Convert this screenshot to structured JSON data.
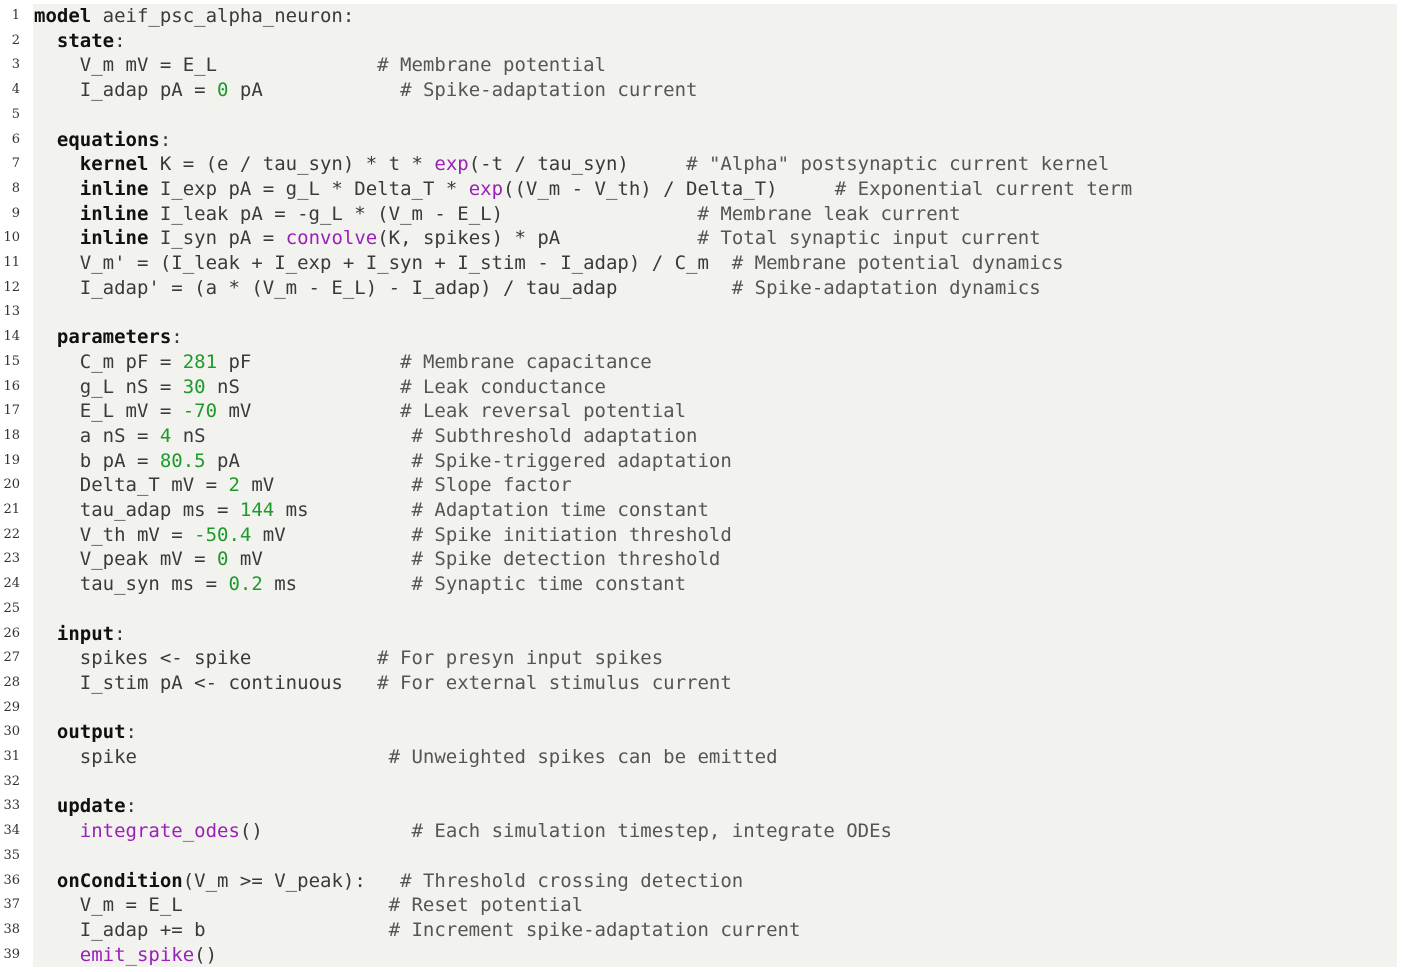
{
  "code": {
    "lines": [
      [
        {
          "t": "model",
          "c": "kw"
        },
        {
          "t": " aeif_psc_alpha_neuron:"
        }
      ],
      [
        {
          "t": "  "
        },
        {
          "t": "state",
          "c": "kw"
        },
        {
          "t": ":"
        }
      ],
      [
        {
          "t": "    V_m mV = E_L              "
        },
        {
          "t": "# Membrane potential",
          "c": "cm"
        }
      ],
      [
        {
          "t": "    I_adap pA = "
        },
        {
          "t": "0",
          "c": "num"
        },
        {
          "t": " pA            "
        },
        {
          "t": "# Spike-adaptation current",
          "c": "cm"
        }
      ],
      [],
      [
        {
          "t": "  "
        },
        {
          "t": "equations",
          "c": "kw"
        },
        {
          "t": ":"
        }
      ],
      [
        {
          "t": "    "
        },
        {
          "t": "kernel",
          "c": "kw"
        },
        {
          "t": " K = (e / tau_syn) * t * "
        },
        {
          "t": "exp",
          "c": "fn"
        },
        {
          "t": "(-t / tau_syn)     "
        },
        {
          "t": "# \"Alpha\" postsynaptic current kernel",
          "c": "cm"
        }
      ],
      [
        {
          "t": "    "
        },
        {
          "t": "inline",
          "c": "kw"
        },
        {
          "t": " I_exp pA = g_L * Delta_T * "
        },
        {
          "t": "exp",
          "c": "fn"
        },
        {
          "t": "((V_m - V_th) / Delta_T)     "
        },
        {
          "t": "# Exponential current term",
          "c": "cm"
        }
      ],
      [
        {
          "t": "    "
        },
        {
          "t": "inline",
          "c": "kw"
        },
        {
          "t": " I_leak pA = -g_L * (V_m - E_L)                 "
        },
        {
          "t": "# Membrane leak current",
          "c": "cm"
        }
      ],
      [
        {
          "t": "    "
        },
        {
          "t": "inline",
          "c": "kw"
        },
        {
          "t": " I_syn pA = "
        },
        {
          "t": "convolve",
          "c": "fn"
        },
        {
          "t": "(K, spikes) * pA            "
        },
        {
          "t": "# Total synaptic input current",
          "c": "cm"
        }
      ],
      [
        {
          "t": "    V_m' = (I_leak + I_exp + I_syn + I_stim - I_adap) / C_m  "
        },
        {
          "t": "# Membrane potential dynamics",
          "c": "cm"
        }
      ],
      [
        {
          "t": "    I_adap' = (a * (V_m - E_L) - I_adap) / tau_adap          "
        },
        {
          "t": "# Spike-adaptation dynamics",
          "c": "cm"
        }
      ],
      [],
      [
        {
          "t": "  "
        },
        {
          "t": "parameters",
          "c": "kw"
        },
        {
          "t": ":"
        }
      ],
      [
        {
          "t": "    C_m pF = "
        },
        {
          "t": "281",
          "c": "num"
        },
        {
          "t": " pF             "
        },
        {
          "t": "# Membrane capacitance",
          "c": "cm"
        }
      ],
      [
        {
          "t": "    g_L nS = "
        },
        {
          "t": "30",
          "c": "num"
        },
        {
          "t": " nS              "
        },
        {
          "t": "# Leak conductance",
          "c": "cm"
        }
      ],
      [
        {
          "t": "    E_L mV = "
        },
        {
          "t": "-70",
          "c": "num"
        },
        {
          "t": " mV             "
        },
        {
          "t": "# Leak reversal potential",
          "c": "cm"
        }
      ],
      [
        {
          "t": "    a nS = "
        },
        {
          "t": "4",
          "c": "num"
        },
        {
          "t": " nS                  "
        },
        {
          "t": "# Subthreshold adaptation",
          "c": "cm"
        }
      ],
      [
        {
          "t": "    b pA = "
        },
        {
          "t": "80.5",
          "c": "num"
        },
        {
          "t": " pA               "
        },
        {
          "t": "# Spike-triggered adaptation",
          "c": "cm"
        }
      ],
      [
        {
          "t": "    Delta_T mV = "
        },
        {
          "t": "2",
          "c": "num"
        },
        {
          "t": " mV            "
        },
        {
          "t": "# Slope factor",
          "c": "cm"
        }
      ],
      [
        {
          "t": "    tau_adap ms = "
        },
        {
          "t": "144",
          "c": "num"
        },
        {
          "t": " ms         "
        },
        {
          "t": "# Adaptation time constant",
          "c": "cm"
        }
      ],
      [
        {
          "t": "    V_th mV = "
        },
        {
          "t": "-50.4",
          "c": "num"
        },
        {
          "t": " mV           "
        },
        {
          "t": "# Spike initiation threshold",
          "c": "cm"
        }
      ],
      [
        {
          "t": "    V_peak mV = "
        },
        {
          "t": "0",
          "c": "num"
        },
        {
          "t": " mV             "
        },
        {
          "t": "# Spike detection threshold",
          "c": "cm"
        }
      ],
      [
        {
          "t": "    tau_syn ms = "
        },
        {
          "t": "0.2",
          "c": "num"
        },
        {
          "t": " ms          "
        },
        {
          "t": "# Synaptic time constant",
          "c": "cm"
        }
      ],
      [],
      [
        {
          "t": "  "
        },
        {
          "t": "input",
          "c": "kw"
        },
        {
          "t": ":"
        }
      ],
      [
        {
          "t": "    spikes <- spike           "
        },
        {
          "t": "# For presyn input spikes",
          "c": "cm"
        }
      ],
      [
        {
          "t": "    I_stim pA <- continuous   "
        },
        {
          "t": "# For external stimulus current",
          "c": "cm"
        }
      ],
      [],
      [
        {
          "t": "  "
        },
        {
          "t": "output",
          "c": "kw"
        },
        {
          "t": ":"
        }
      ],
      [
        {
          "t": "    spike                      "
        },
        {
          "t": "# Unweighted spikes can be emitted",
          "c": "cm"
        }
      ],
      [],
      [
        {
          "t": "  "
        },
        {
          "t": "update",
          "c": "kw"
        },
        {
          "t": ":"
        }
      ],
      [
        {
          "t": "    "
        },
        {
          "t": "integrate_odes",
          "c": "fn"
        },
        {
          "t": "()             "
        },
        {
          "t": "# Each simulation timestep, integrate ODEs",
          "c": "cm"
        }
      ],
      [],
      [
        {
          "t": "  "
        },
        {
          "t": "onCondition",
          "c": "kw"
        },
        {
          "t": "(V_m >= V_peak):   "
        },
        {
          "t": "# Threshold crossing detection",
          "c": "cm"
        }
      ],
      [
        {
          "t": "    V_m = E_L                  "
        },
        {
          "t": "# Reset potential",
          "c": "cm"
        }
      ],
      [
        {
          "t": "    I_adap += b                "
        },
        {
          "t": "# Increment spike-adaptation current",
          "c": "cm"
        }
      ],
      [
        {
          "t": "    "
        },
        {
          "t": "emit_spike",
          "c": "fn"
        },
        {
          "t": "()"
        }
      ]
    ]
  }
}
